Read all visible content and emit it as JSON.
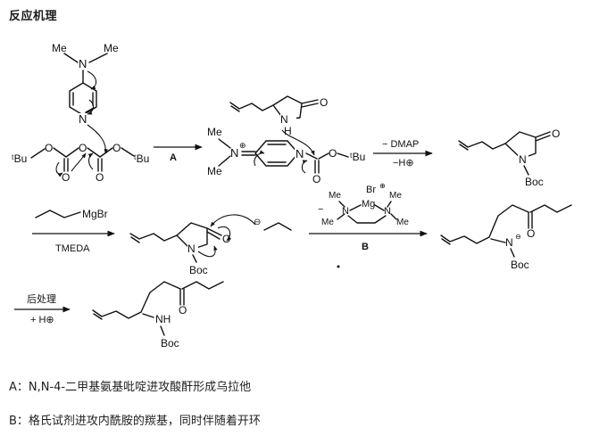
{
  "title": "反应机理",
  "labels": {
    "me": "Me",
    "n": "N",
    "nh": "NH",
    "h": "H",
    "o": "O",
    "boc": "Boc",
    "tbu": "ᵗBu",
    "mgbr": "MgBr",
    "br": "Br",
    "mg": "Mg",
    "plus": "⊕",
    "minus": "⊖",
    "dash": "−"
  },
  "arrows": {
    "a_label": "A",
    "dmap_label": "− DMAP",
    "h_plus_label": "−H⊕",
    "tmeda_label": "TMEDA",
    "b_label": "B",
    "workup_label": "后处理",
    "workup_h_label": "+ H⊕"
  },
  "notes": {
    "a": "A：N,N-4-二甲基氨基吡啶进攻酸酐形成乌拉他",
    "b": "B：格氏试剂进攻内酰胺的羰基，同时伴随着开环"
  }
}
